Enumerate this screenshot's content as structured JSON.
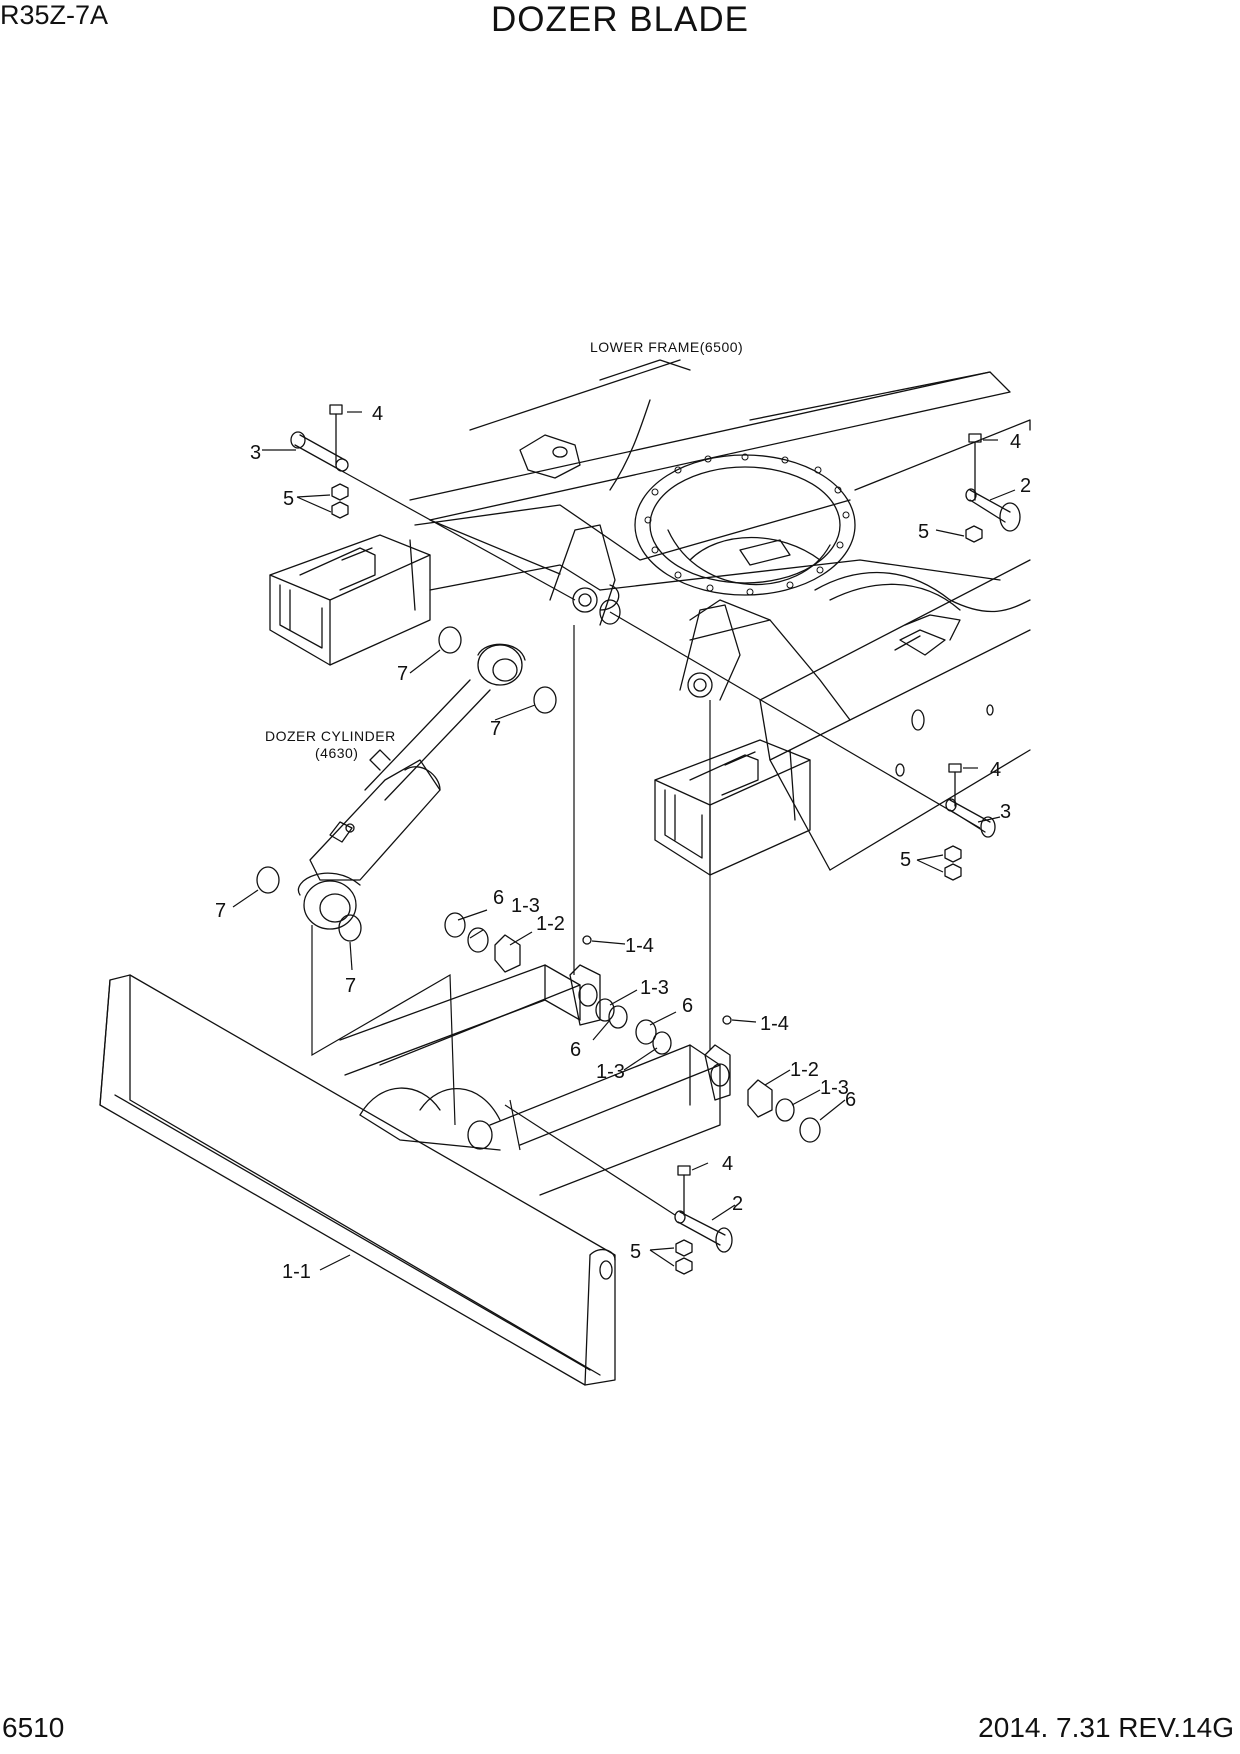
{
  "header": {
    "model": "R35Z-7A",
    "title": "DOZER BLADE"
  },
  "footer": {
    "page_number": "6510",
    "revision": "2014. 7.31  REV.14G"
  },
  "notes": {
    "lower_frame": "LOWER FRAME(6500)",
    "dozer_cylinder": "DOZER CYLINDER",
    "dozer_cylinder_ref": "(4630)"
  },
  "callouts": {
    "c4_top_left": "4",
    "c3_top_left": "3",
    "c5_top_left": "5",
    "c4_top_right": "4",
    "c2_top_right": "2",
    "c5_top_right": "5",
    "c7_a": "7",
    "c7_b": "7",
    "c7_c": "7",
    "c7_d": "7",
    "c4_mid_right": "4",
    "c3_mid_right": "3",
    "c5_mid_right": "5",
    "c6_a": "6",
    "c1_3_a": "1-3",
    "c1_2_a": "1-2",
    "c1_4_a": "1-4",
    "c1_3_b": "1-3",
    "c6_b": "6",
    "c6_c": "6",
    "c1_3_c": "1-3",
    "c1_4_b": "1-4",
    "c1_2_b": "1-2",
    "c1_3_d": "1-3",
    "c6_d": "6",
    "c4_bottom": "4",
    "c2_bottom": "2",
    "c5_bottom": "5",
    "c1_1": "1-1"
  }
}
